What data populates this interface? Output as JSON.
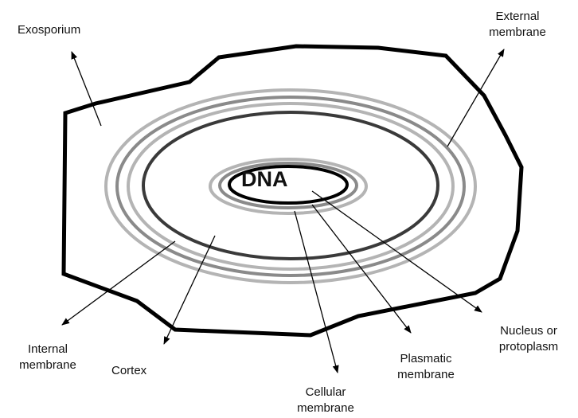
{
  "labels": {
    "exosporium": "Exosporium",
    "external_membrane": [
      "External",
      "membrane"
    ],
    "dna": "DNA",
    "nucleus_or_protoplasm": [
      "Nucleus or",
      "protoplasm"
    ],
    "plasmatic_membrane": [
      "Plasmatic",
      "membrane"
    ],
    "cellular_membrane": [
      "Cellular",
      "membrane"
    ],
    "cortex": "Cortex",
    "internal_membrane": [
      "Internal",
      "membrane"
    ]
  },
  "colors": {
    "outline": "#000000",
    "ring_light": "#b4b4b4",
    "ring_mid": "#8a8a8a",
    "ring_dark": "#3a3a3a",
    "arrow": "#000000"
  }
}
